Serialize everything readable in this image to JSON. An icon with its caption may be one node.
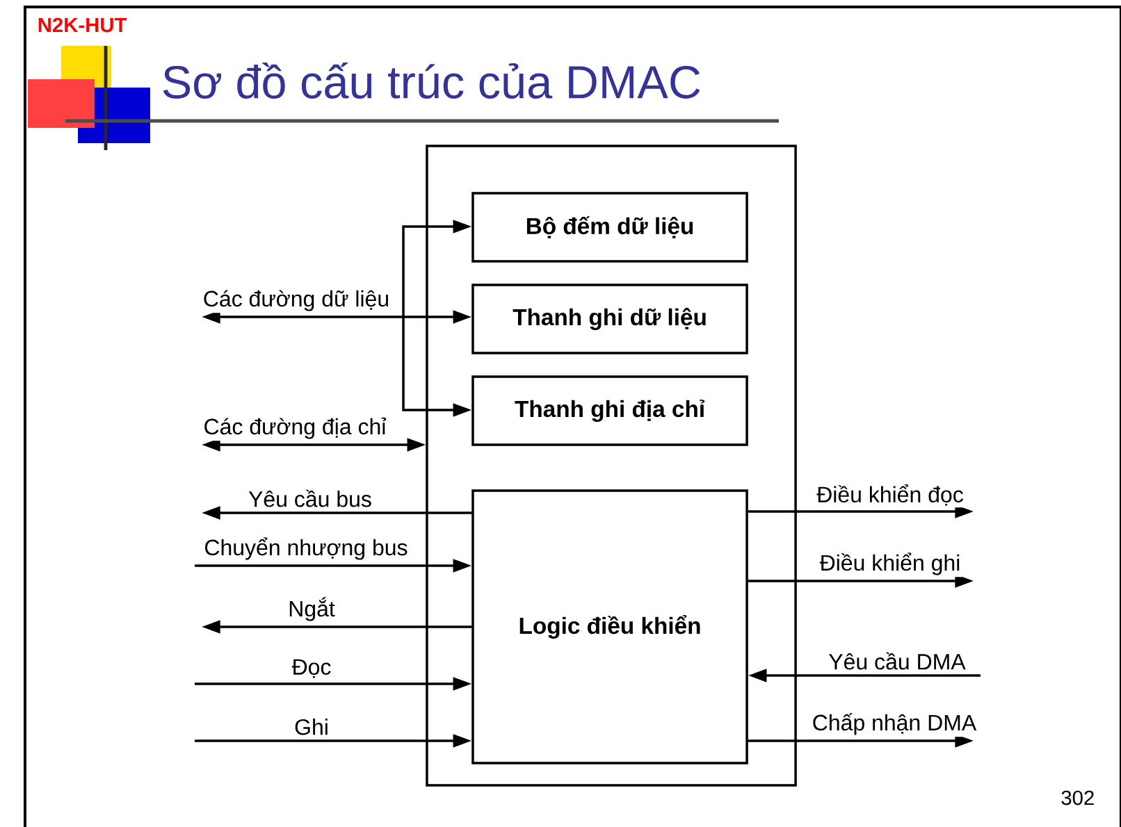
{
  "diagram": {
    "title": "Sơ đồ cấu trúc của DMAC",
    "nodes": [
      {
        "text": [],
        "shape": "box"
      },
      {
        "text": [
          "Bộ đếm dữ liệu"
        ],
        "in": 0
      },
      {
        "text": [
          "Thanh ghi dữ liệu"
        ],
        "in": 0
      },
      {
        "text": [
          "Thanh ghi địa chỉ"
        ],
        "in": 0
      },
      {
        "text": [
          "Logic điều khiển"
        ],
        "in": 0
      }
    ],
    "edges": [
      {
        "from": null,
        "to": 2,
        "arrow": "both",
        "label": "Các đường dữ liệu"
      },
      {
        "from": null,
        "to": 1,
        "arrow": "to"
      },
      {
        "from": null,
        "to": 3,
        "arrow": "to"
      },
      {
        "from": null,
        "to": 0,
        "arrow": "both",
        "label": "Các đường địa chỉ"
      },
      {
        "from": 4,
        "to": null,
        "arrow": "to",
        "label": "Yêu cầu bus"
      },
      {
        "from": null,
        "to": 4,
        "arrow": "to",
        "label": "Chuyển nhượng bus"
      },
      {
        "from": 4,
        "to": null,
        "arrow": "to",
        "label": "Ngắt"
      },
      {
        "from": null,
        "to": 4,
        "arrow": "to",
        "label": "Đọc"
      },
      {
        "from": null,
        "to": 4,
        "arrow": "to",
        "label": "Ghi"
      },
      {
        "from": 4,
        "to": null,
        "arrow": "to",
        "label": "Điều khiển đọc"
      },
      {
        "from": 4,
        "to": null,
        "arrow": "to",
        "label": "Điều khiển ghi"
      },
      {
        "from": null,
        "to": 4,
        "arrow": "to",
        "label": "Yêu cầu DMA"
      },
      {
        "from": 4,
        "to": null,
        "arrow": "to",
        "label": "Chấp nhận DMA"
      }
    ],
    "labels": [
      "N2K-HUT",
      "302"
    ]
  }
}
